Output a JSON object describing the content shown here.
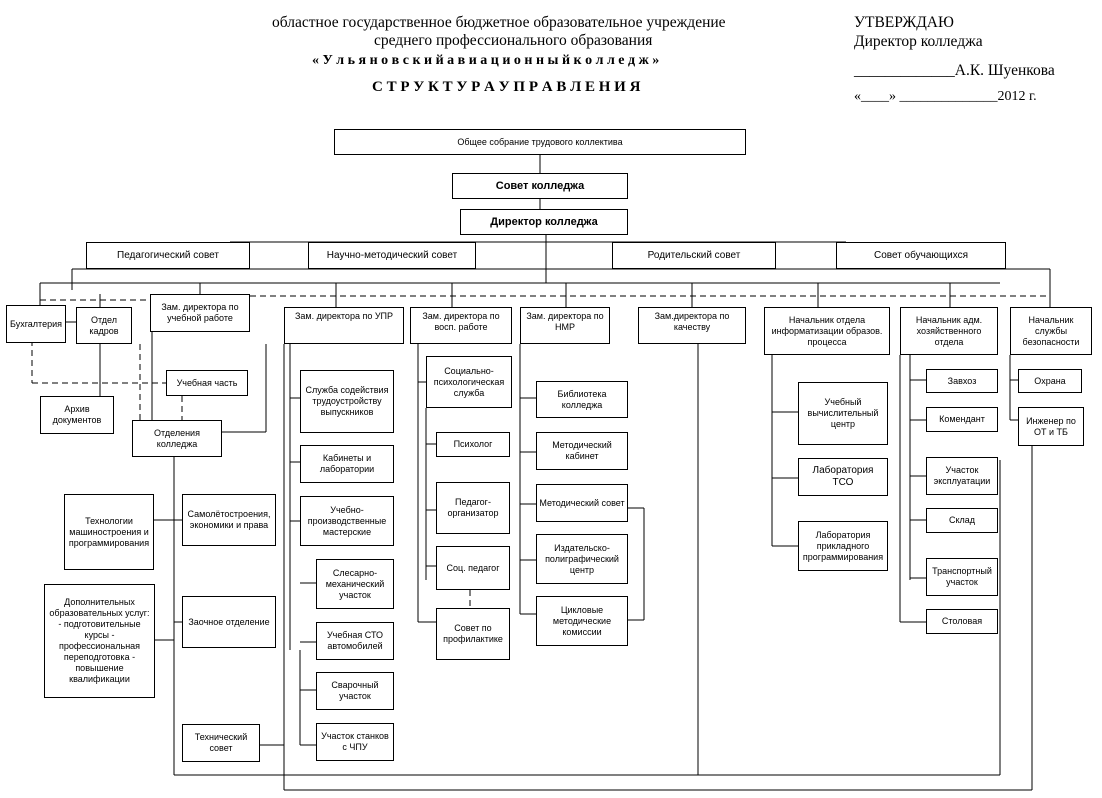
{
  "header": {
    "line1": "областное государственное бюджетное образовательное учреждение",
    "line2": "среднего профессионального образования",
    "line3": "« У л ь я н о в с к и й   а в и а ц и о н н ы й   к о л л е д ж »",
    "title": "С Т Р У К Т У Р А     У П Р А В Л Е Н И Я"
  },
  "approval": {
    "approve": "УТВЕРЖДАЮ",
    "position": "Директор колледжа",
    "signature": "_____________А.К. Шуенкова",
    "date": "«____» ______________2012 г."
  },
  "boxes": {
    "general_meeting": "Общее собрание трудового коллектива",
    "college_council": "Совет колледжа",
    "director": "Директор  колледжа",
    "ped_council": "Педагогический совет",
    "method_council": "Научно-методический совет",
    "parent_council": "Родительский совет",
    "student_council": "Совет обучающихся",
    "accounting": "Бухгалтерия",
    "hr": "Отдел кадров",
    "archive": "Архив документов",
    "dep_study": "Зам. директора по учебной работе",
    "study_part": "Учебная часть",
    "departments": "Отделения колледжа",
    "tech_mech": "Технологии машиностроения и программирования",
    "self_econ": "Самолётостроения, экономики и права",
    "extra_services": "Дополнительных образовательных услуг: - подготовительные курсы - профессиональная переподготовка - повышение квалификации",
    "correspondence": "Заочное отделение",
    "tech_council": "Технический совет",
    "dep_upr": "Зам. директора по УПР",
    "employment_service": "Служба содействия трудоустройству выпускников",
    "cabinets": "Кабинеты и лаборатории",
    "workshops": "Учебно-производственные мастерские",
    "mech_area": "Слесарно-механический участок",
    "sto": "Учебная СТО автомобилей",
    "weld_area": "Сварочный участок",
    "cnc_area": "Участок станков с ЧПУ",
    "dep_edu": "Зам. директора по восп. работе",
    "psych_service": "Социально-психологическая служба",
    "psychologist": "Психолог",
    "organizer": "Педагог-организатор",
    "soc_teacher": "Соц. педагог",
    "prevention": "Совет по профилактике",
    "dep_nmr": "Зам. директора по НМР",
    "library": "Библиотека колледжа",
    "method_cabinet": "Методический кабинет",
    "method_soviet": "Методический совет",
    "publishing": "Издательско-полиграфический центр",
    "cycle_commissions": "Цикловые методические комиссии",
    "dep_quality": "Зам.директора по качеству",
    "head_it": "Начальник отдела информатизации образов. процесса",
    "comp_center": "Учебный вычислительный центр",
    "tso_lab": "Лаборатория ТСО",
    "app_prog_lab": "Лаборатория прикладного программирования",
    "head_admin": "Начальник адм. хозяйственного отдела",
    "zavkhoz": "Завхоз",
    "commandant": "Комендант",
    "exploitation": "Участок эксплуатации",
    "warehouse": "Склад",
    "transport": "Транспортный участок",
    "canteen": "Столовая",
    "head_security": "Начальник службы безопасности",
    "guard": "Охрана",
    "safety_engineer": "Инженер по ОТ и ТБ"
  }
}
